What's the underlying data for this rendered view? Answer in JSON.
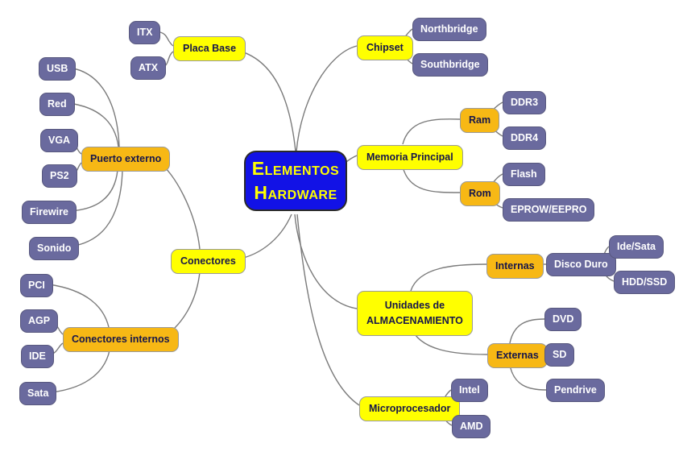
{
  "title": "Elementos Hardware",
  "colors": {
    "center_bg": "#1212E6",
    "center_text": "#FFFF00",
    "primary_bg": "#FFFF00",
    "secondary_bg": "#F7B815",
    "leaf_bg": "#6A6A9E",
    "leaf_text": "#FFFFFF",
    "dark_text": "#16164B",
    "edge": "#7B7B7B"
  },
  "center": {
    "label": "Elementos\nHardware"
  },
  "nodes": {
    "placa_base": {
      "label": "Placa Base"
    },
    "itx": {
      "label": "ITX"
    },
    "atx": {
      "label": "ATX"
    },
    "chipset": {
      "label": "Chipset"
    },
    "northbridge": {
      "label": "Northbridge"
    },
    "southbridge": {
      "label": "Southbridge"
    },
    "memoria": {
      "label": "Memoria Principal"
    },
    "ram": {
      "label": "Ram"
    },
    "ddr3": {
      "label": "DDR3"
    },
    "ddr4": {
      "label": "DDR4"
    },
    "rom": {
      "label": "Rom"
    },
    "flash": {
      "label": "Flash"
    },
    "eprow": {
      "label": "EPROW/EEPRO"
    },
    "conectores": {
      "label": "Conectores"
    },
    "puerto_externo": {
      "label": "Puerto externo"
    },
    "usb": {
      "label": "USB"
    },
    "red": {
      "label": "Red"
    },
    "vga": {
      "label": "VGA"
    },
    "ps2": {
      "label": "PS2"
    },
    "firewire": {
      "label": "Firewire"
    },
    "sonido": {
      "label": "Sonido"
    },
    "conectores_internos": {
      "label": "Conectores internos"
    },
    "pci": {
      "label": "PCI"
    },
    "agp": {
      "label": "AGP"
    },
    "ide": {
      "label": "IDE"
    },
    "sata": {
      "label": "Sata"
    },
    "unidades": {
      "label": "Unidades de\nALMACENAMIENTO"
    },
    "internas": {
      "label": "Internas"
    },
    "disco_duro": {
      "label": "Disco Duro"
    },
    "ide_sata": {
      "label": "Ide/Sata"
    },
    "hdd_ssd": {
      "label": "HDD/SSD"
    },
    "externas": {
      "label": "Externas"
    },
    "dvd": {
      "label": "DVD"
    },
    "sd": {
      "label": "SD"
    },
    "pendrive": {
      "label": "Pendrive"
    },
    "microprocesador": {
      "label": "Microprocesador"
    },
    "intel": {
      "label": "Intel"
    },
    "amd": {
      "label": "AMD"
    }
  }
}
